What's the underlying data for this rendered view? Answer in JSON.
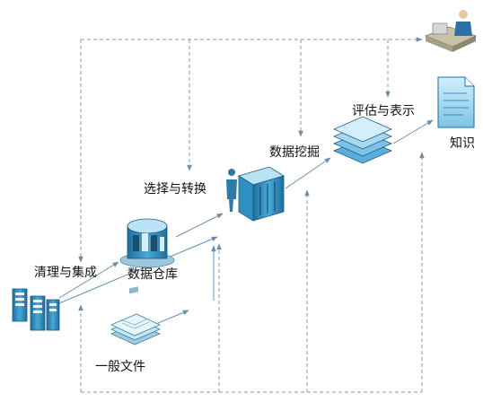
{
  "stages": {
    "clean_integrate": "清理与集成",
    "data_warehouse": "数据仓库",
    "select_transform": "选择与转换",
    "data_mining": "数据挖掘",
    "evaluate_present": "评估与表示",
    "knowledge": "知识",
    "general_files": "一般文件"
  },
  "colors": {
    "arrow": "#6b8faa",
    "arrow_dashed": "#7f9cb4",
    "device_blue": "#2f8fc0",
    "device_light": "#9fd4ee"
  },
  "icons": [
    "database-server-icon",
    "data-warehouse-icon",
    "document-stack-icon",
    "server-rack-icon",
    "layered-data-icon",
    "knowledge-document-icon",
    "user-at-desk-icon"
  ]
}
